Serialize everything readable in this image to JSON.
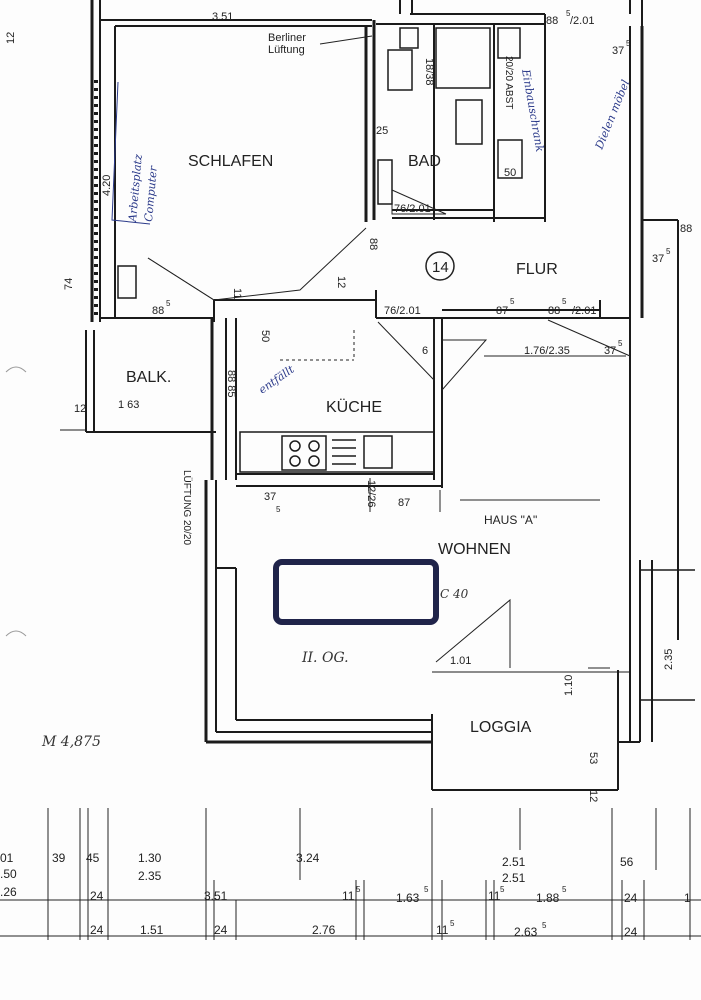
{
  "rooms": {
    "schlafen": "SCHLAFEN",
    "bad": "BAD",
    "flur": "FLUR",
    "kueche": "KÜCHE",
    "balkon": "BALK.",
    "wohnen": "WOHNEN",
    "loggia": "LOGGIA"
  },
  "labels": {
    "berliner": "Berliner",
    "lueftung": "Lüftung",
    "haus": "HAUS \"A\"",
    "floor": "II. OG.",
    "unit": "14",
    "scale": "M 4,875",
    "lueftung_shaft": "LÜFTUNG 20/20",
    "abst": "20/20 ABST",
    "ref_c40": "C 40"
  },
  "handwritten": {
    "arbeitsplatz": "Arbeitsplatz",
    "computer": "Computer",
    "einbauschrank": "Einbauschrank",
    "dielenmoebel": "Dielen möbel",
    "entfaellt": "entfällt"
  },
  "dims": {
    "d351_top": "3.51",
    "d420": "4.20",
    "d74": "74",
    "d885_a": "88",
    "d885_a_sup": "5",
    "d11": "11",
    "d125": "12",
    "d125_sup": "5",
    "d1838": "18/38",
    "d25": "25",
    "d50_bad": "50",
    "d76201_a": "76/2.01",
    "d88201_top": "88",
    "d88201_top_sup": "5",
    "d88201_top_rest": "/2.01",
    "d375_a": "37",
    "d375_a_sup": "5",
    "d88_right": "88",
    "d375_b": "37",
    "d375_b_sup": "5",
    "d885_201": "88",
    "d885_201_rest": "/2.01",
    "d76201_b": "76/2.01",
    "d875": "87",
    "d875_sup": "5",
    "d885_201_b": "88",
    "d885_201_b_sup": "5",
    "d885_201_b_rest": "/2.01",
    "d176235": "1.76/2.35",
    "d375_c": "37",
    "d375_c_sup": "5",
    "d50_kue": "50",
    "d6": "6",
    "d8885": "88 85",
    "d12_balk": "12",
    "d163_balk": "1 63",
    "d375_d": "37",
    "d375_d_sup": "5",
    "d1226": "12/26",
    "d87": "87",
    "d101": "1.01",
    "d110": "1.10",
    "d53": "53",
    "d12_log": "12",
    "d235_r": "2.35",
    "d12_top": "12"
  },
  "bottom_rows": {
    "row1": [
      "01",
      "39",
      "45",
      "1.30",
      "3.24",
      "2.51",
      "56"
    ],
    "row2": [
      ".50",
      "2.35",
      "2.51"
    ],
    "row3": [
      ".26",
      "24",
      "3.51",
      "11",
      "1.63",
      "11",
      "1.88",
      "24",
      "1"
    ],
    "row3_sups": [
      "5",
      "5",
      "5",
      "5"
    ],
    "row4": [
      "24",
      "1.51",
      "24",
      "2.76",
      "11",
      "2.63",
      "24"
    ],
    "row4_sups": [
      "5",
      "5"
    ]
  }
}
